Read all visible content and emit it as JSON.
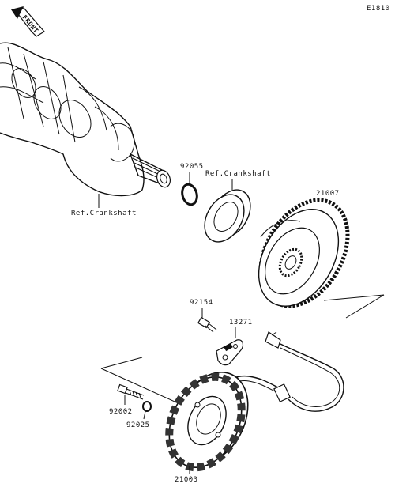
{
  "diagram": {
    "code": "E1810",
    "front_tag": "FRONT",
    "parts": {
      "oring": "92055",
      "flywheel": "21007",
      "bolt_small": "92154",
      "plate": "13271",
      "bolt_stator": "92002",
      "washer": "92025",
      "stator": "21003"
    },
    "refs": {
      "crankshaft_lower": "Ref.Crankshaft",
      "crankshaft_upper": "Ref.Crankshaft"
    }
  }
}
